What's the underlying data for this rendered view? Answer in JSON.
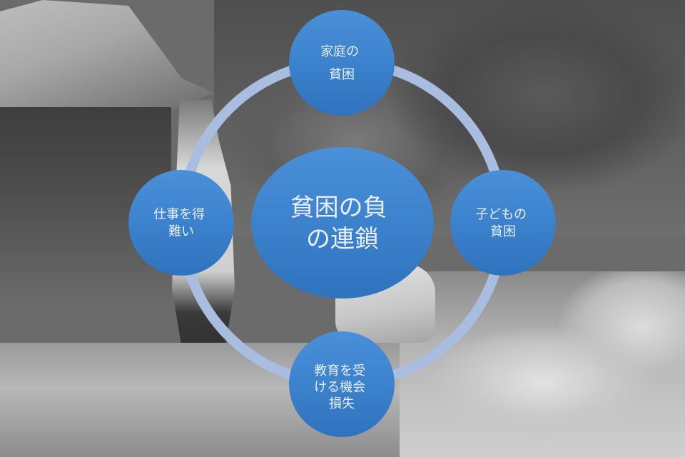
{
  "diagram": {
    "type": "cycle",
    "center": {
      "lines": [
        "貧困の負",
        "の連鎖"
      ]
    },
    "nodes": [
      {
        "position": "top",
        "lines": [
          "家庭の",
          "貧困"
        ]
      },
      {
        "position": "right",
        "lines": [
          "子どもの",
          "貧困"
        ]
      },
      {
        "position": "bottom",
        "lines": [
          "教育を受",
          "ける機会",
          "損失"
        ]
      },
      {
        "position": "left",
        "lines": [
          "仕事を得",
          "難い"
        ]
      }
    ],
    "colors": {
      "circle_fill_top": "#4a90d9",
      "circle_fill_bottom": "#2f73bf",
      "ring": "#a9bde0",
      "text": "#e8eef8"
    }
  },
  "background": {
    "description": "grayscale photograph of a slum / garbage dump with makeshift tent shelter, people standing",
    "tone": "grayscale"
  }
}
